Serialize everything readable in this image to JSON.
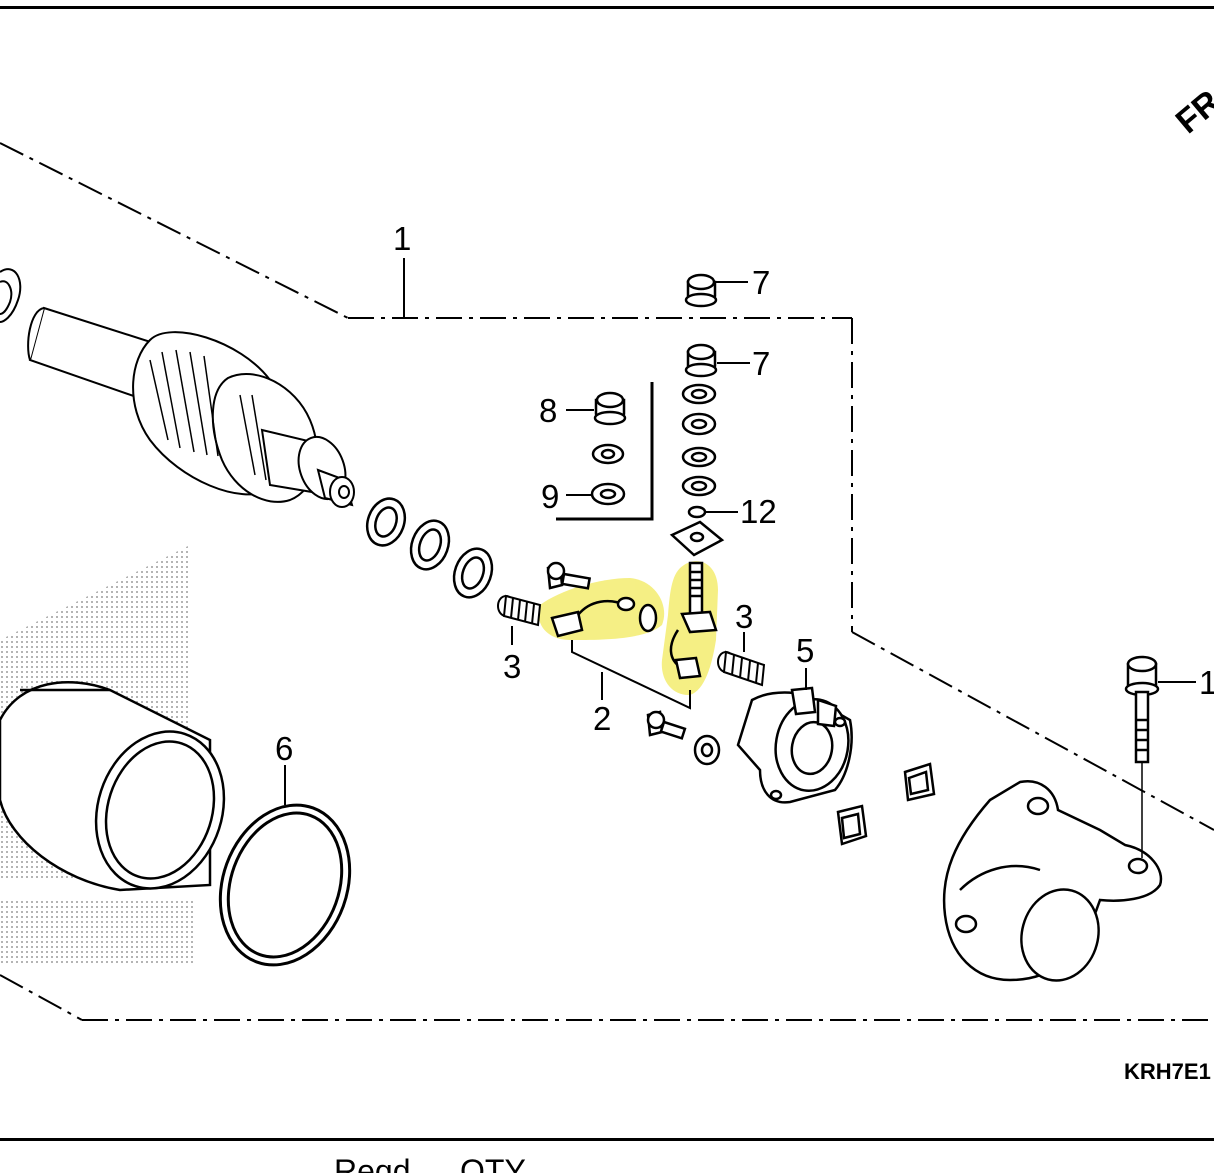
{
  "callouts": {
    "c1": "1",
    "c2": "2",
    "c3a": "3",
    "c3b": "3",
    "c5": "5",
    "c6": "6",
    "c7a": "7",
    "c7b": "7",
    "c8": "8",
    "c9": "9",
    "c12": "12",
    "c1_right": "1"
  },
  "front_arrow_text": "FR",
  "diagram_code": "KRH7E1",
  "table_headers": {
    "reqd": "Reqd",
    "qty": "QTY"
  },
  "colors": {
    "line": "#000000",
    "highlight": "#f2ea5c",
    "background": "#ffffff"
  }
}
